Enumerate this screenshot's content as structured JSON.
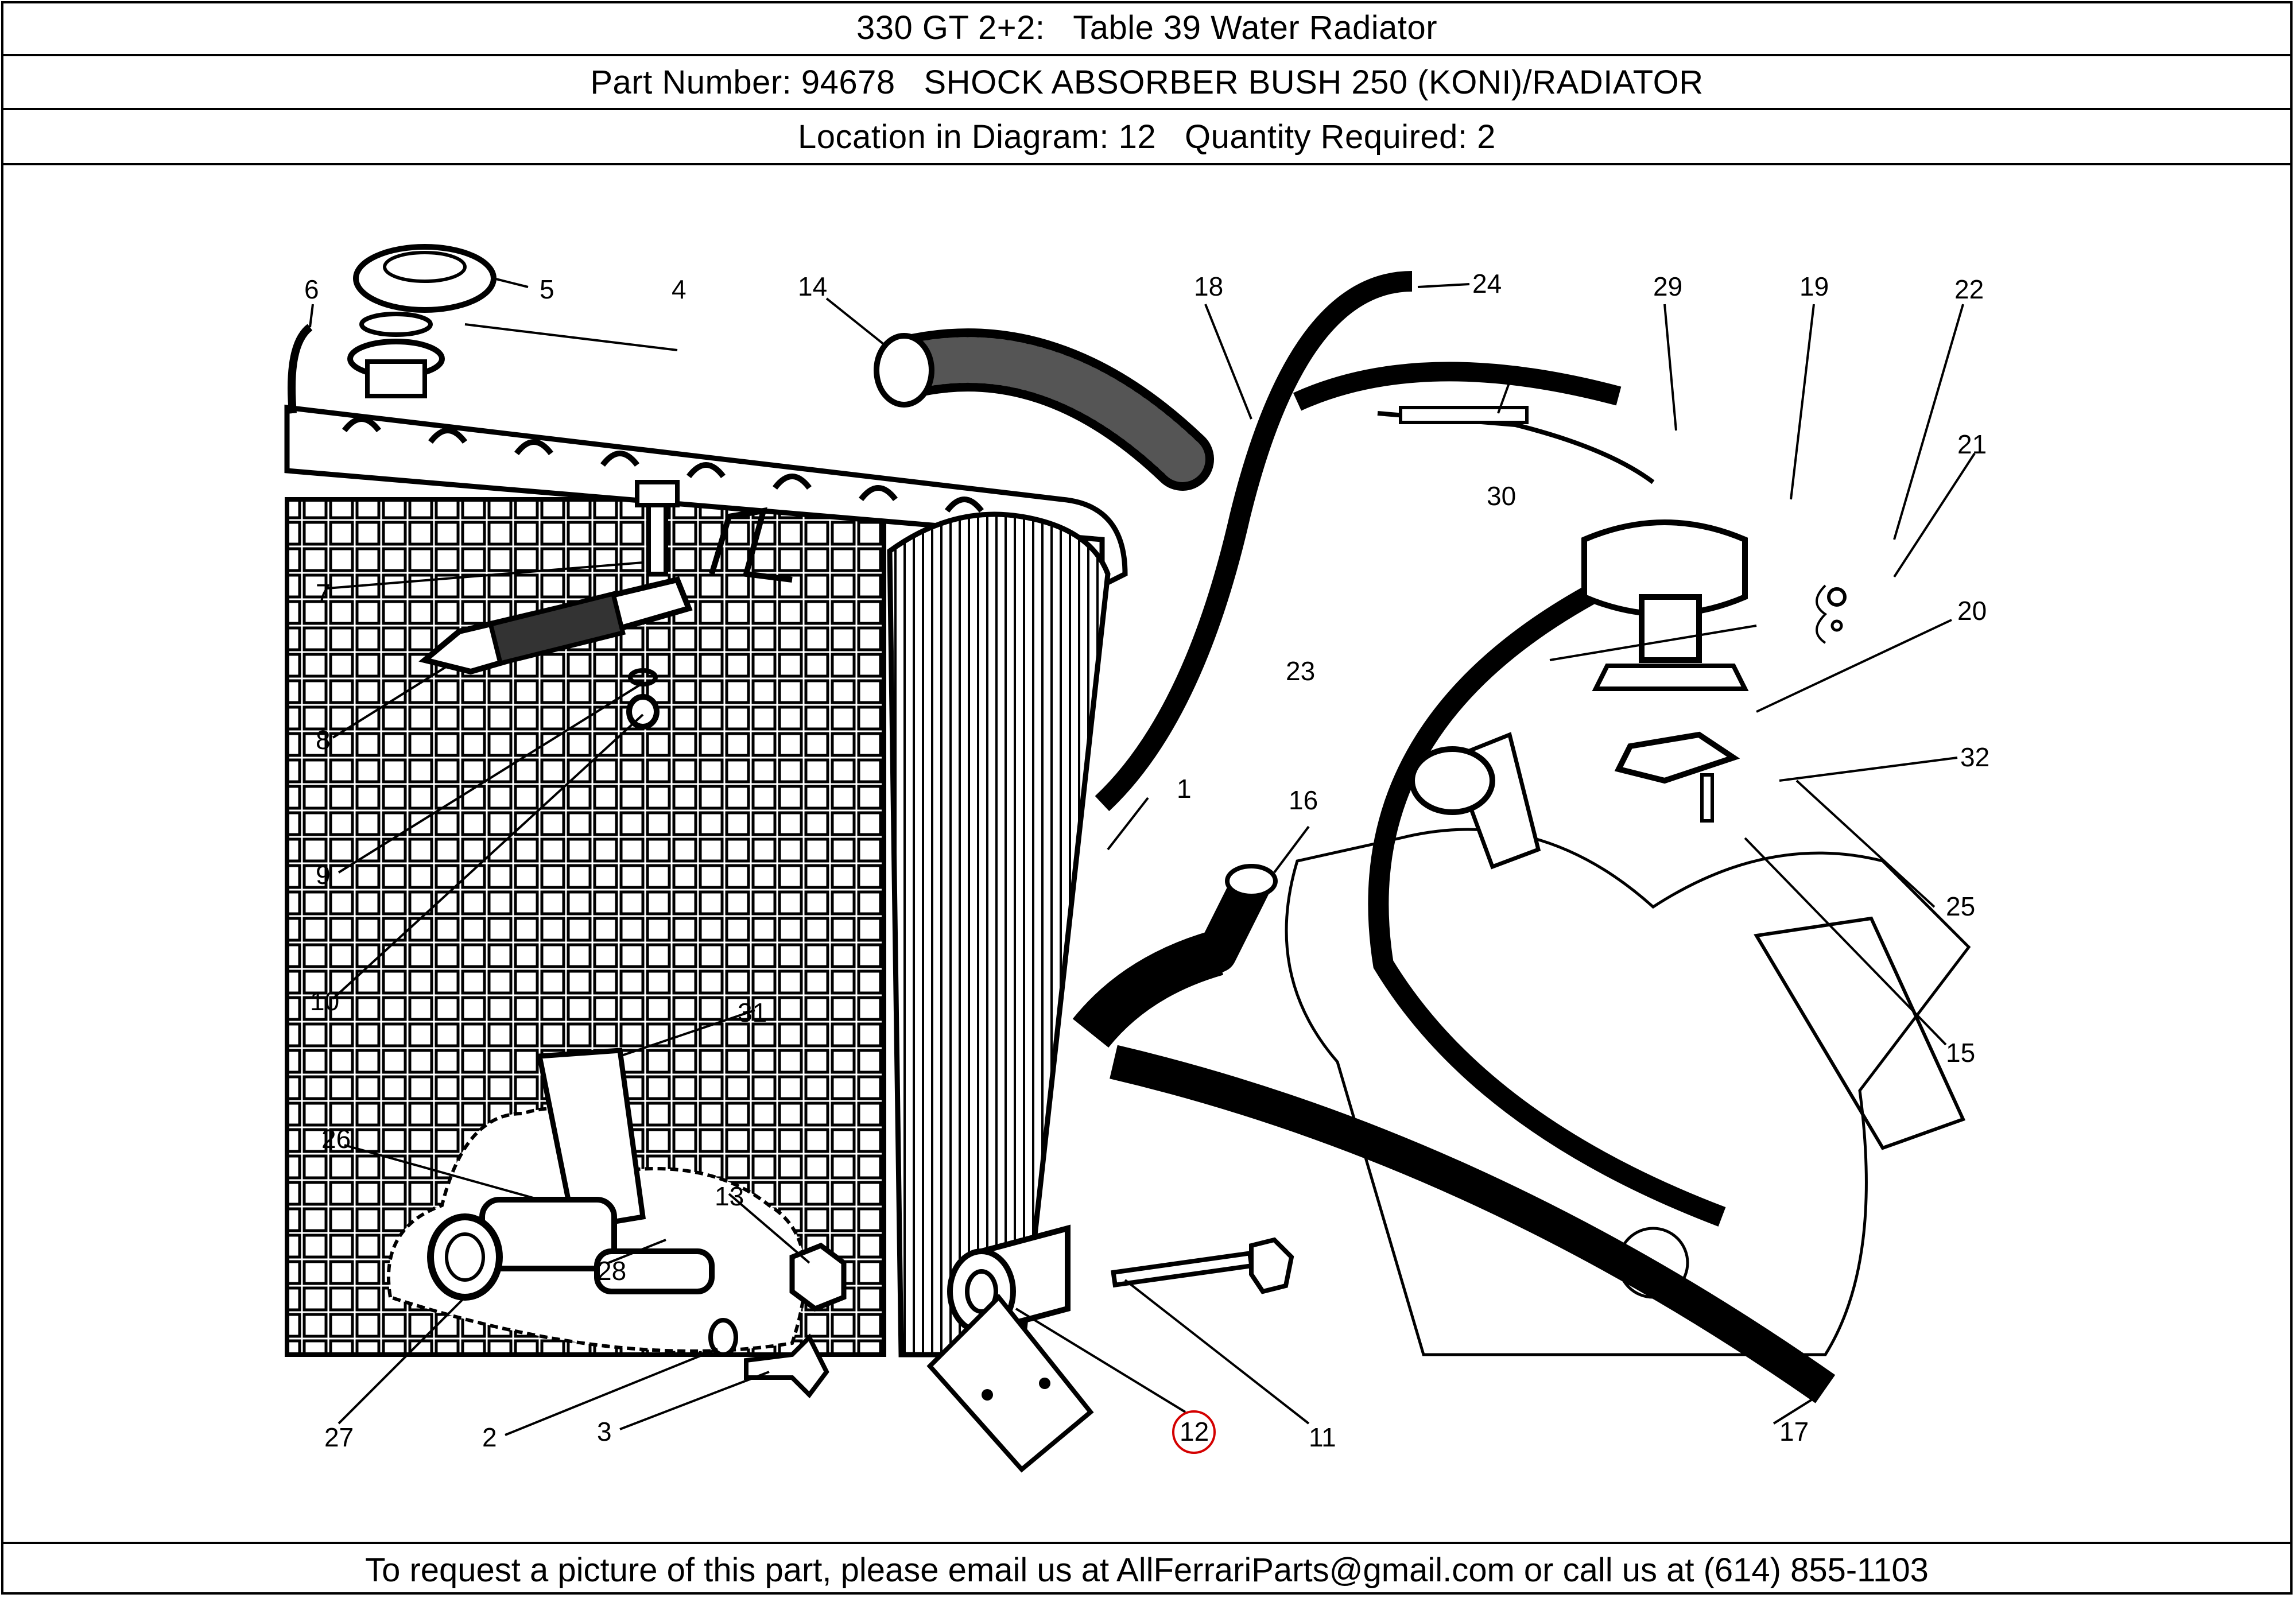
{
  "header": {
    "title": "330 GT 2+2:   Table 39 Water Radiator",
    "part_line": "Part Number: 94678   SHOCK ABSORBER BUSH 250 (KONI)/RADIATOR",
    "location_line": "Location in Diagram: 12   Quantity Required: 2"
  },
  "diagram": {
    "highlighted_callout": "12",
    "highlight_color": "#d40000",
    "callouts": [
      "1",
      "2",
      "3",
      "4",
      "5",
      "6",
      "7",
      "8",
      "9",
      "10",
      "11",
      "12",
      "13",
      "14",
      "15",
      "16",
      "17",
      "18",
      "19",
      "20",
      "21",
      "22",
      "23",
      "24",
      "25",
      "26",
      "27",
      "28",
      "29",
      "30",
      "31",
      "32"
    ]
  },
  "footer": {
    "text": "To request a picture of this part, please email us at AllFerrariParts@gmail.com or call us at (614) 855-1103"
  }
}
